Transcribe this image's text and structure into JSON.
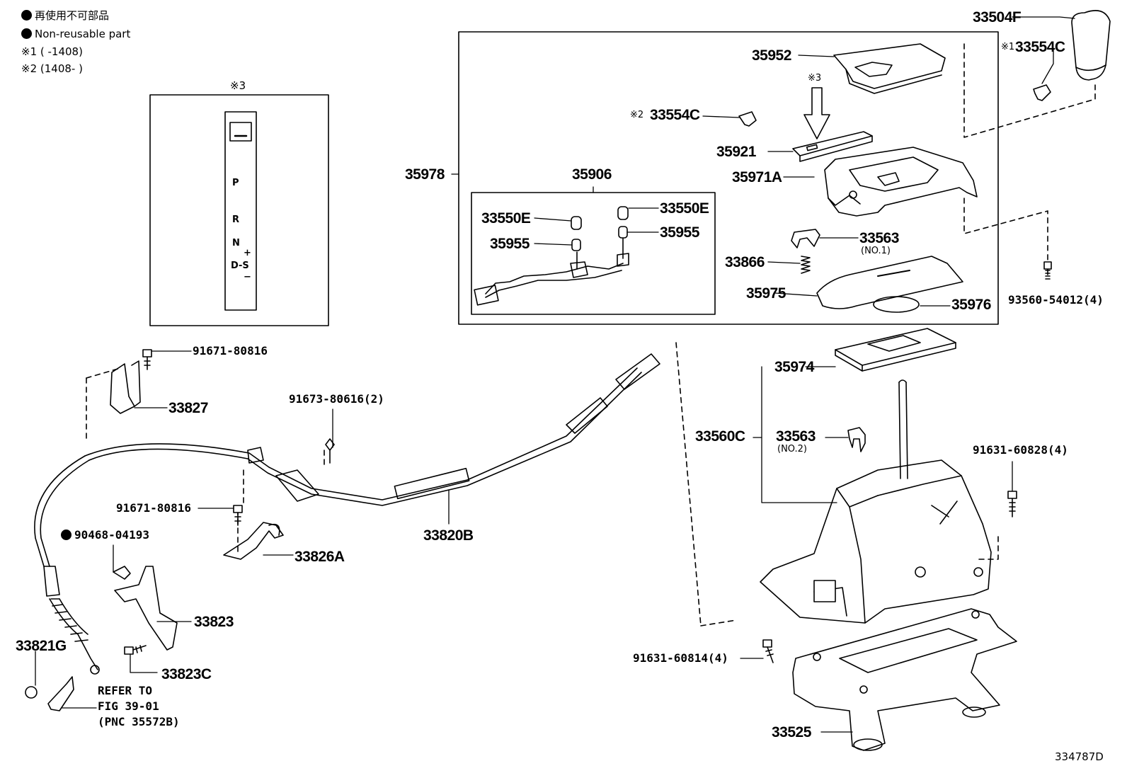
{
  "legend": {
    "line1": "再使用不可部品",
    "line2": "Non-reusable part",
    "line3": "※1 (      -1408)",
    "line4": "※2 (1408-      )"
  },
  "inset": {
    "marker": "※3",
    "gate": {
      "p": "P",
      "r": "R",
      "n": "N",
      "plus": "+",
      "ds": "D-S",
      "minus": "−"
    }
  },
  "parts": {
    "p33504F": "33504F",
    "p33554C_1": "33554C",
    "p33554C_1_mark": "※1",
    "p35952": "35952",
    "p3_arrow": "※3",
    "p33554C_2": "33554C",
    "p33554C_2_mark": "※2",
    "p35921": "35921",
    "p35978": "35978",
    "p35906": "35906",
    "p35971A": "35971A",
    "p33550E_l": "33550E",
    "p33550E_r": "33550E",
    "p35955_l": "35955",
    "p35955_r": "35955",
    "p33563_no1": "33563",
    "p33563_no1_sub": "(NO.1)",
    "p33866": "33866",
    "p35975": "35975",
    "p35976": "35976",
    "p93560": "93560-54012(4)",
    "p91671_a": "91671-80816",
    "p33827": "33827",
    "p91673": "91673-80616(2)",
    "p35974": "35974",
    "p33560C": "33560C",
    "p33563_no2": "33563",
    "p33563_no2_sub": "(NO.2)",
    "p91631_828": "91631-60828(4)",
    "p91671_b": "91671-80816",
    "p33820B": "33820B",
    "p33826A": "33826A",
    "p90468": "90468-04193",
    "p33823": "33823",
    "p33821G": "33821G",
    "p33823C": "33823C",
    "p91631_814": "91631-60814(4)",
    "p33525": "33525",
    "refer_line1": "REFER TO",
    "refer_line2": "FIG 39-01",
    "refer_line3": "(PNC 35572B)"
  },
  "figure_id": "334787D",
  "colors": {
    "ink": "#000000",
    "paper": "#ffffff"
  }
}
